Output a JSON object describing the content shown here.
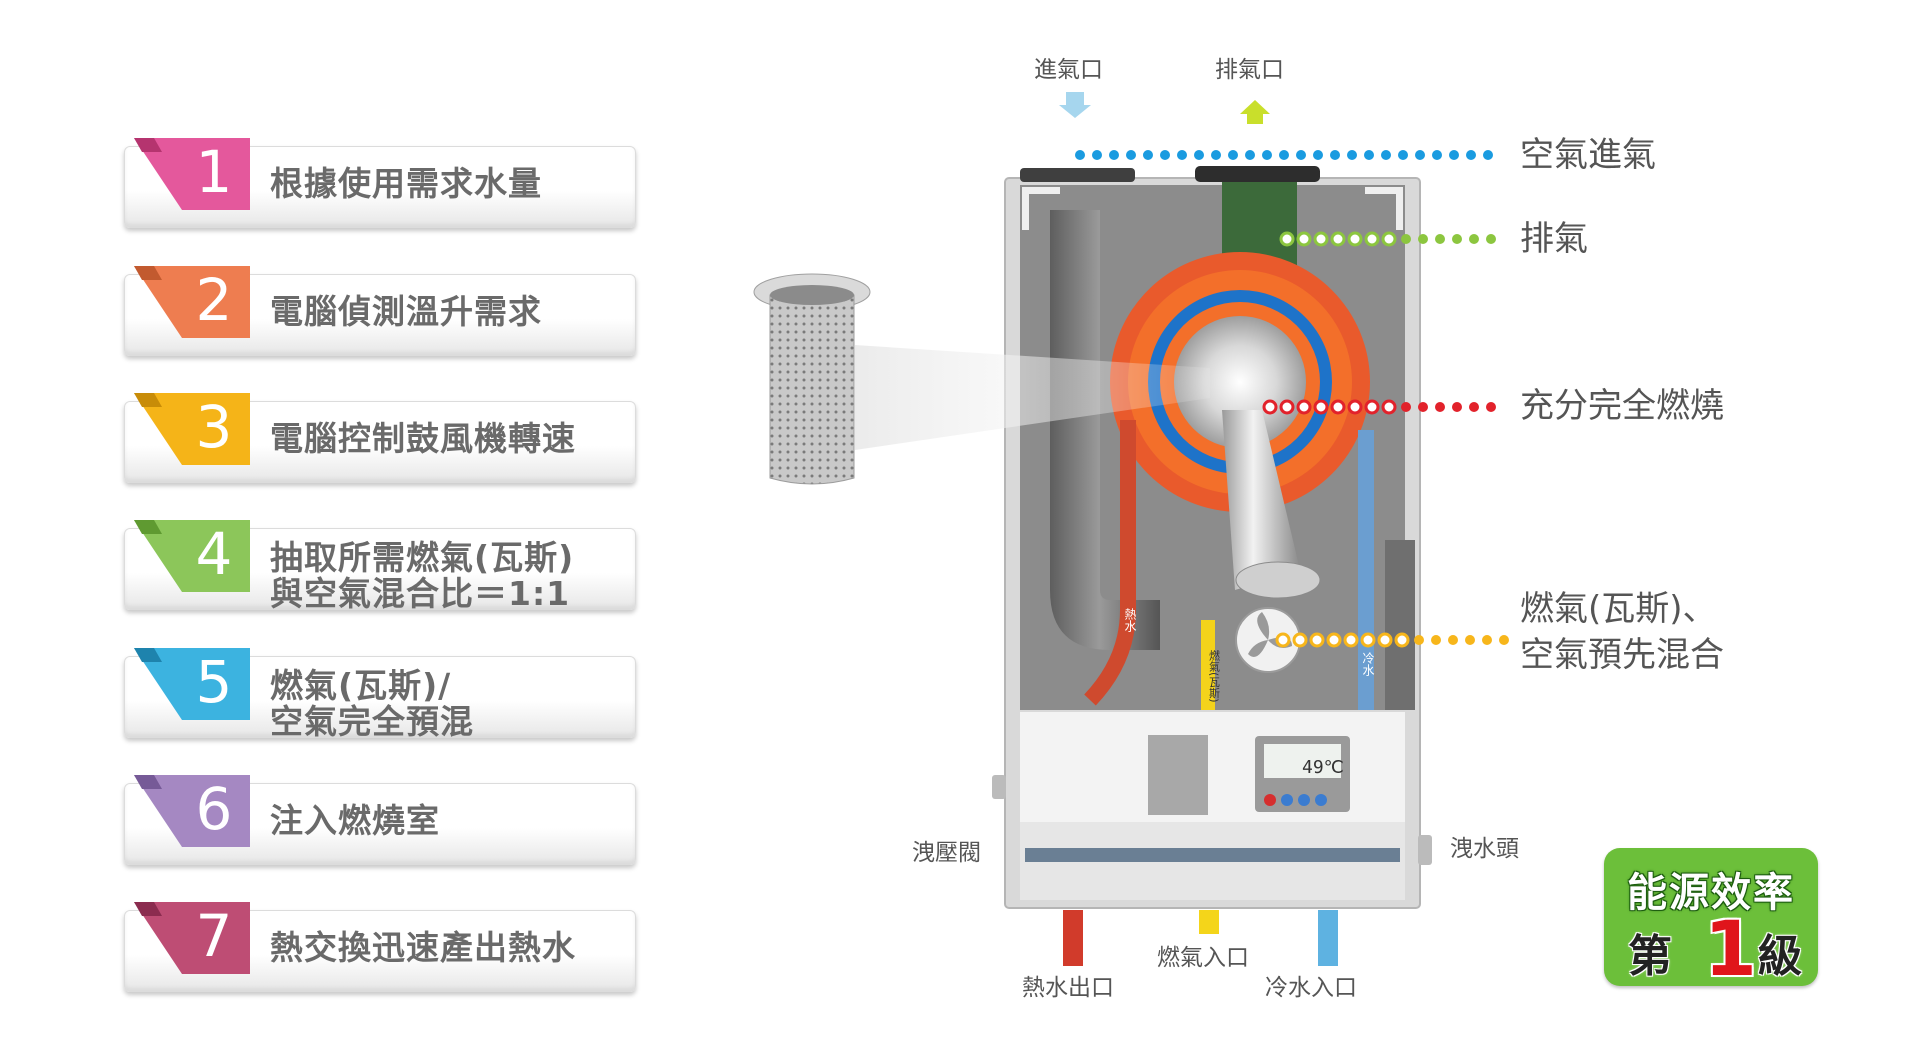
{
  "steps": [
    {
      "num": "1",
      "label": "根據使用需求水量",
      "color": "#e4589c"
    },
    {
      "num": "2",
      "label": "電腦偵測溫升需求",
      "color": "#ee7d50"
    },
    {
      "num": "3",
      "label": "電腦控制鼓風機轉速",
      "color": "#f5b418"
    },
    {
      "num": "4",
      "line1": "抽取所需燃氣(瓦斯)",
      "line2": "與空氣混合比＝1:1",
      "color": "#8cc65a"
    },
    {
      "num": "5",
      "line1": "燃氣(瓦斯)/",
      "line2": "空氣完全預混",
      "color": "#3cb3e0"
    },
    {
      "num": "6",
      "label": "注入燃燒室",
      "color": "#a588c2"
    },
    {
      "num": "7",
      "label": "熱交換迅速產出熱水",
      "color": "#be4d74"
    }
  ],
  "heater": {
    "intake_top": "進氣口",
    "exhaust_top": "排氣口",
    "relief_valve": "洩壓閥",
    "drain_head": "洩水頭",
    "hot_out": "熱水出口",
    "gas_in": "燃氣入口",
    "cold_in": "冷水入口",
    "pipe_hot": "熱水",
    "pipe_gas": "燃氣(瓦斯)",
    "pipe_cold": "冷水",
    "display_temp": "49℃"
  },
  "annotations": {
    "air_intake": "空氣進氣",
    "exhaust": "排氣",
    "combustion": "充分完全燃燒",
    "premix_l1": "燃氣(瓦斯)、",
    "premix_l2": "空氣預先混合"
  },
  "badge": {
    "line1": "能源效率",
    "pre": "第",
    "num": "1",
    "post": "級"
  },
  "colors": {
    "air_dots": "#1a9be0",
    "exhaust_dots": "#8cc63f",
    "combustion_dots": "#e2222b",
    "premix_dots": "#f7b61b",
    "badge_green": "#6cbf3a"
  }
}
